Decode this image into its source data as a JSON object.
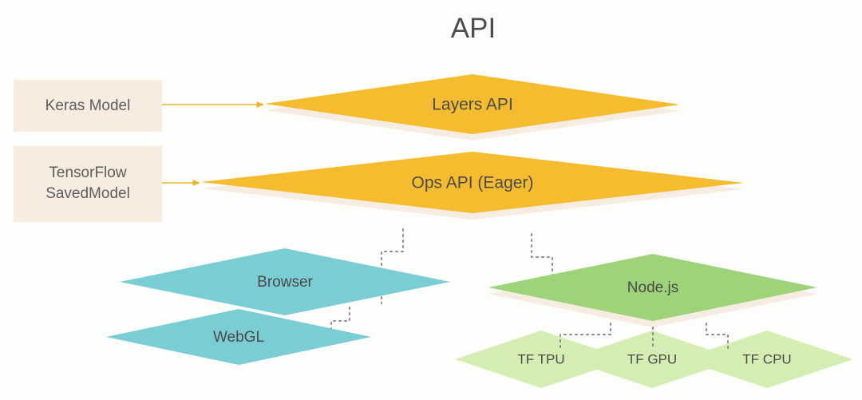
{
  "diagram": {
    "title": "API",
    "background_color": "#fdfdfb"
  },
  "colors": {
    "accent_yellow": "#f6bc2f",
    "shadow_cream": "#f7ece1",
    "input_box_fill": "#f8ece1",
    "blue": "#7bcdd4",
    "green_mid": "#9ed37a",
    "green_light": "#d4edb2",
    "arrow_orange": "#f0b429",
    "connector_gray": "#8a8a8a",
    "text_gray": "#4a4a4a"
  },
  "inputs": [
    {
      "id": "keras-model",
      "label": "Keras Model"
    },
    {
      "id": "tensorflow-savedmodel",
      "label_line1": "TensorFlow",
      "label_line2": "SavedModel"
    }
  ],
  "api_layers": [
    {
      "id": "layers-api",
      "label": "Layers API"
    },
    {
      "id": "ops-api",
      "label": "Ops API (Eager)"
    }
  ],
  "browser_stack": [
    {
      "id": "browser",
      "label": "Browser"
    },
    {
      "id": "webgl",
      "label": "WebGL"
    }
  ],
  "node_stack": [
    {
      "id": "nodejs",
      "label": "Node.js"
    }
  ],
  "backends": [
    {
      "id": "tf-tpu",
      "label": "TF TPU"
    },
    {
      "id": "tf-gpu",
      "label": "TF GPU"
    },
    {
      "id": "tf-cpu",
      "label": "TF CPU"
    }
  ]
}
